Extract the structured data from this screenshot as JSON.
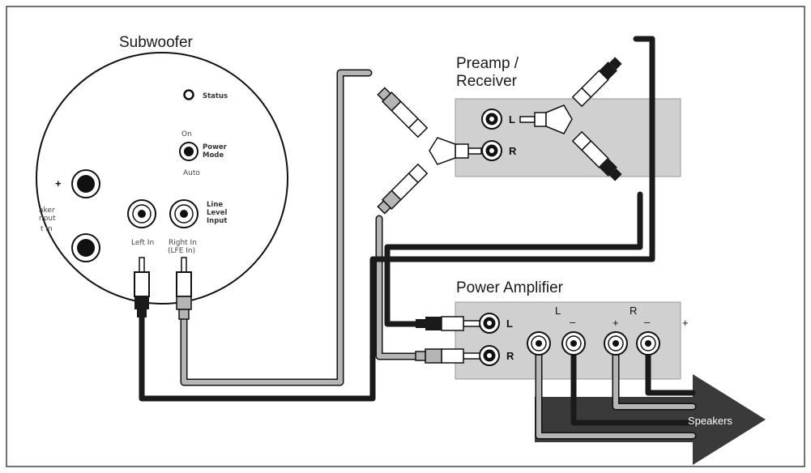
{
  "subwoofer": {
    "title": "Subwoofer",
    "status_label": "Status",
    "power_mode_label": "Power\nMode",
    "on_label": "On",
    "auto_label": "Auto",
    "line_level_label": "Line\nLevel\nInput",
    "left_in_label": "Left In",
    "right_in_label": "Right In\n(LFE In)",
    "speaker_input_label": "aker\nnput",
    "left_cut_label": "t In",
    "plus_label": "+"
  },
  "preamp": {
    "title_line1": "Preamp /",
    "title_line2": "Receiver",
    "jack_l": "L",
    "jack_r": "R"
  },
  "amplifier": {
    "title": "Power Amplifier",
    "jack_l": "L",
    "jack_r": "R",
    "terminal_l": "L",
    "terminal_r": "R",
    "minus": "–",
    "plus": "+"
  },
  "speakers": {
    "label": "Speakers"
  },
  "colors": {
    "black_cable": "#1a1a1a",
    "gray_cable": "#b5b5b5",
    "panel_fill": "#d0d0d0",
    "speaker_arrow": "#3a3a3a"
  }
}
